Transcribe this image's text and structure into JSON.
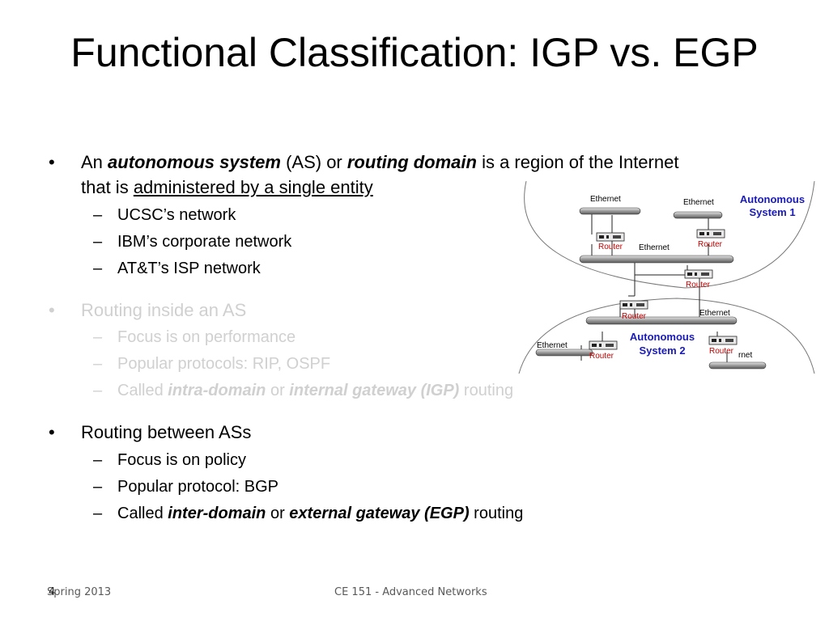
{
  "slide": {
    "title": "Functional Classification: IGP vs. EGP",
    "bullet1": {
      "marker": "•",
      "p1": "An ",
      "term1": "autonomous system",
      "p2": " (AS) or ",
      "term2": "routing domain",
      "p3": " is a region of the Internet",
      "p4": "that is ",
      "underlined": "administered by a single entity",
      "subs": [
        "UCSC’s network",
        "IBM’s corporate network",
        "AT&T’s ISP network"
      ]
    },
    "bullet2": {
      "marker": "•",
      "text": "Routing inside an AS",
      "sub1": "Focus is on performance",
      "sub2": "Popular protocols: RIP, OSPF",
      "sub3_p1": "Called ",
      "sub3_term1": "intra-domain",
      "sub3_p2": " or ",
      "sub3_term2": "internal gateway (IGP)",
      "sub3_p3": " routing"
    },
    "bullet3": {
      "marker": "•",
      "text": "Routing between ASs",
      "sub1": "Focus is on policy",
      "sub2": "Popular protocol: BGP",
      "sub3_p1": "Called ",
      "sub3_term1": "inter-domain",
      "sub3_p2": " or ",
      "sub3_term2": "external gateway (EGP)",
      "sub3_p3": " routing"
    },
    "dash": "–"
  },
  "diagram": {
    "as1_line1": "Autonomous",
    "as1_line2": "System 1",
    "as2_line1": "Autonomous",
    "as2_line2": "System 2",
    "ethernet": "Ethernet",
    "ethernet_partial": "rnet",
    "router": "Router"
  },
  "footer": {
    "left": "Spring 2013",
    "page_number": "4",
    "center": "CE 151 - Advanced Networks"
  },
  "colors": {
    "router_label": "#c00000",
    "as_label": "#1a1ab8",
    "dimmed_text": "#d0d0d0",
    "footer_text": "#595959"
  }
}
